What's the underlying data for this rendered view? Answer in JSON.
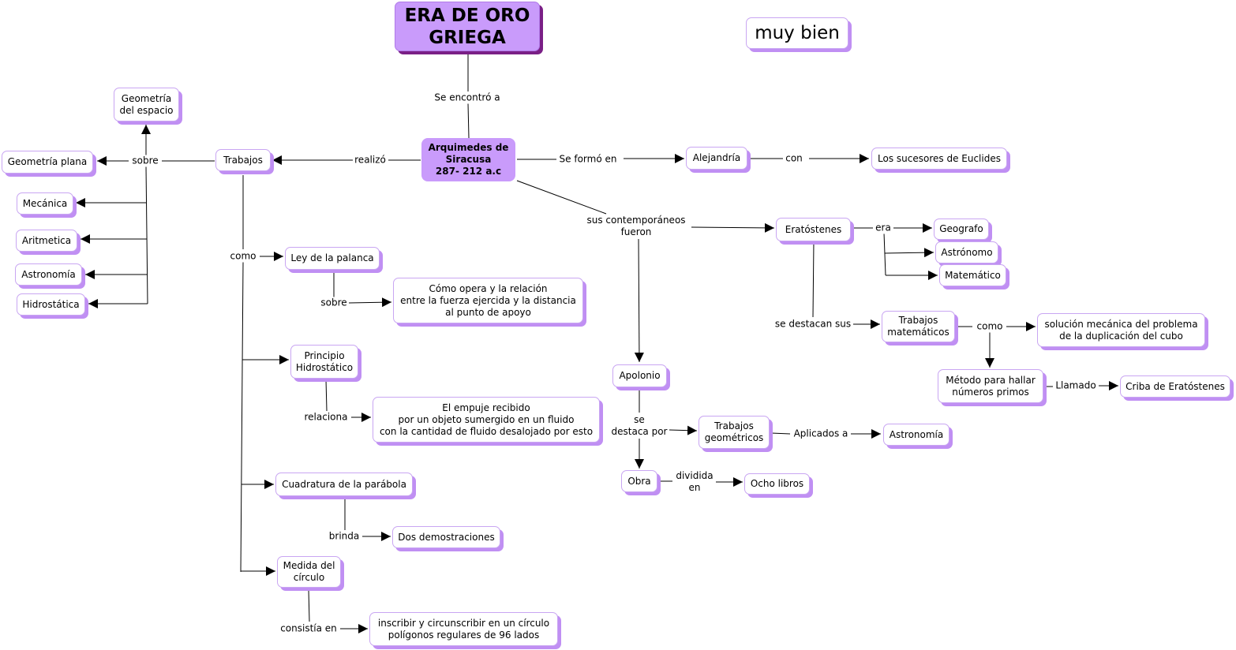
{
  "title": "ERA DE ORO\nGRIEGA",
  "note": "muy bien",
  "colors": {
    "node_border": "#c9a6f2",
    "node_shadow": "#c08ff3",
    "main_fill": "#c99bfb",
    "main_shadow": "#7a1f86",
    "line": "#000000"
  },
  "nodes": {
    "arquimedes": "Arquimedes de\nSiracusa\n287- 212 a.c",
    "trabajos": "Trabajos",
    "geometria_espacio": "Geometría\ndel espacio",
    "geometria_plana": "Geometría plana",
    "mecanica": "Mecánica",
    "aritmetica": "Aritmetica",
    "astronomia_left": "Astronomía",
    "hidrostatica": "Hidrostática",
    "ley_palanca": "Ley de la palanca",
    "como_opera": "Cómo opera y la relación\nentre la fuerza ejercida y la distancia\nal punto de apoyo",
    "principio_hidrostatico": "Principio\nHidrostático",
    "empuje": "El empuje recibido\npor un objeto sumergido en un fluido\ncon la cantidad de fluido desalojado por esto",
    "cuadratura": "Cuadratura de la parábola",
    "dos_demostraciones": "Dos demostraciones",
    "medida_circulo": "Medida del\ncírculo",
    "inscribir": "inscribir y circunscribir en un círculo\npolígonos regulares de 96 lados",
    "alejandria": "Alejandría",
    "sucesores": "Los sucesores de Euclides",
    "eratostenes": "Eratóstenes",
    "geografo": "Geografo",
    "astronomo": "Astrónomo",
    "matematico": "Matemático",
    "trabajos_matematicos": "Trabajos\nmatemáticos",
    "solucion_cubo": "solución mecánica del problema\nde la duplicación del cubo",
    "metodo_primos": "Método para hallar\nnúmeros primos",
    "criba": "Criba de Eratóstenes",
    "apolonio": "Apolonio",
    "trabajos_geometricos": "Trabajos\ngeométricos",
    "astronomia_right": "Astronomía",
    "obra": "Obra",
    "ocho_libros": "Ocho libros"
  },
  "links": {
    "se_encontro": "Se encontró a",
    "realizo": "realizó",
    "sobre_left": "sobre",
    "como_left": "como",
    "sobre_palanca": "sobre",
    "relaciona": "relaciona",
    "brinda": "brinda",
    "consistia": "consistía en",
    "se_formo": "Se formó en",
    "con": "con",
    "contemporaneos": "sus contemporáneos\nfueron",
    "era": "era",
    "se_destacan": "se destacan sus",
    "como_right": "como",
    "llamado": "Llamado",
    "se_destaca_por": "se\ndestaca por",
    "aplicados": "Aplicados a",
    "dividida": "dividida\nen"
  }
}
